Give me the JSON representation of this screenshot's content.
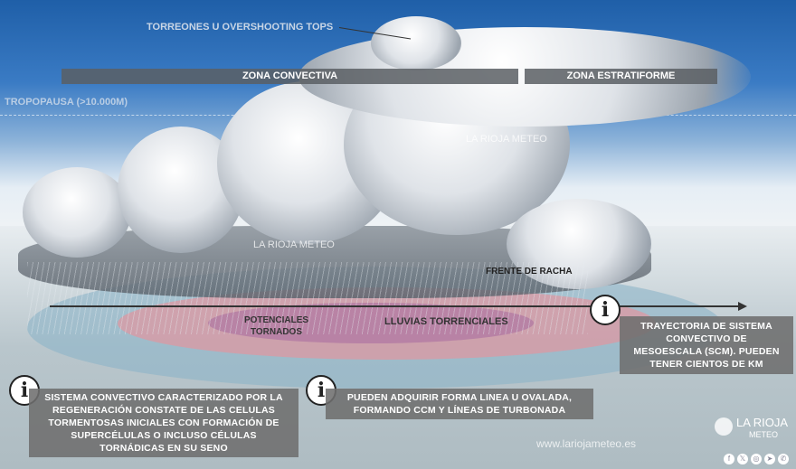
{
  "labels": {
    "overshooting": "TORREONES U OVERSHOOTING TOPS",
    "tropopause": "TROPOPAUSA (>10.000M)",
    "convective_zone": "ZONA CONVECTIVA",
    "stratiform_zone": "ZONA ESTRATIFORME",
    "gust_front": "FRENTE DE RACHA",
    "tornadoes": "POTENCIALES TORNADOS",
    "heavy_rain": "LLUVIAS TORRENCIALES"
  },
  "info_boxes": [
    {
      "icon": "info-icon",
      "symbol": "i",
      "text": "TRAYECTORIA DE SISTEMA CONVECTIVO DE MESOESCALA (SCM). PUEDEN TENER CIENTOS DE KM"
    },
    {
      "icon": "info-icon",
      "symbol": "i",
      "text": "SISTEMA CONVECTIVO CARACTERIZADO POR LA REGENERACIÓN CONSTATE DE LAS CELULAS TORMENTOSAS INICIALES CON FORMACIÓN DE SUPERCÉLULAS O INCLUSO CÉLULAS TORNÁDICAS EN SU SENO"
    },
    {
      "icon": "info-icon",
      "symbol": "i",
      "text": "PUEDEN ADQUIRIR FORMA LINEA U OVALADA, FORMANDO CCM Y LÍNEAS DE TURBONADA"
    }
  ],
  "branding": {
    "watermark": "LA RIOJA METEO",
    "logo_line1": "LA RIOJA",
    "logo_line2": "METEO",
    "website": "www.lariojameteo.es",
    "social": [
      "f",
      "𝕏",
      "◎",
      "➤",
      "✆"
    ]
  }
}
